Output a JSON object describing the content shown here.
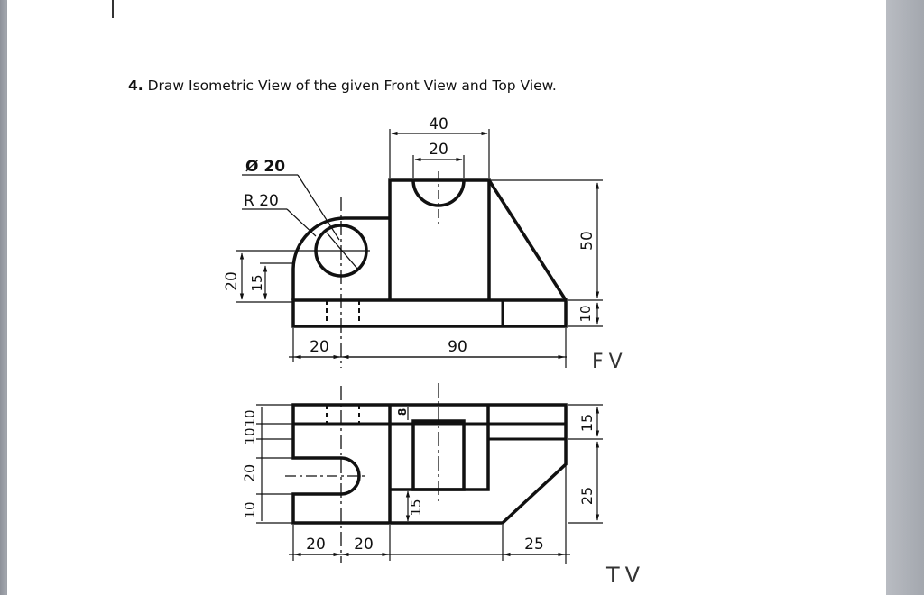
{
  "question": {
    "number": "4.",
    "text": "Draw Isometric View of the given Front View and Top View."
  },
  "front_view": {
    "dims": {
      "d40": "40",
      "d20_top": "20",
      "dia20": "Ø 20",
      "r20": "R 20",
      "d20_left": "20",
      "d15_left": "15",
      "d50": "50",
      "d10": "10",
      "d20_bottom": "20",
      "d90": "90"
    },
    "label": "FV"
  },
  "top_view": {
    "dims": {
      "d10a": "10",
      "d10b": "10",
      "d20": "20",
      "d10c": "10",
      "d8": "8",
      "d15_inner": "15",
      "d15_right": "15",
      "d25_right": "25",
      "d20_bottom_a": "20",
      "d20_bottom_b": "20",
      "d25_bottom": "25"
    },
    "label": "TV"
  },
  "colors": {
    "ink": "#111111",
    "background": "#a7abb2"
  }
}
